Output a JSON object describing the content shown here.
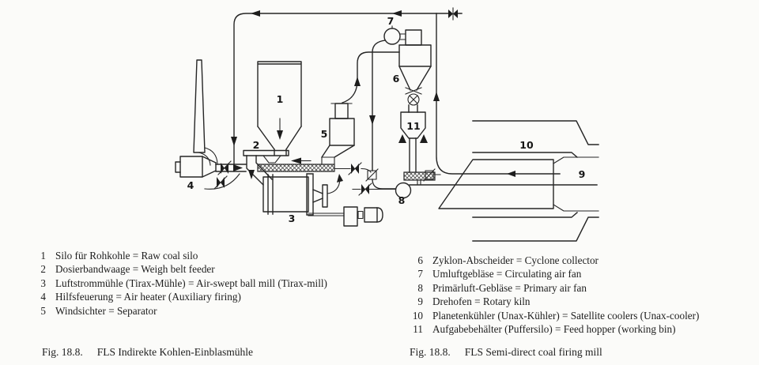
{
  "colors": {
    "ink": "#262626",
    "paper": "#fbfbf9"
  },
  "diagram": {
    "numbers": [
      "1",
      "2",
      "3",
      "4",
      "5",
      "6",
      "7",
      "8",
      "9",
      "10",
      "11"
    ]
  },
  "legend_left": {
    "items": [
      {
        "num": "1",
        "text": "Silo für Rohkohle = Raw coal silo"
      },
      {
        "num": "2",
        "text": "Dosierbandwaage = Weigh belt feeder"
      },
      {
        "num": "3",
        "text": "Luftstrommühle (Tirax-Mühle) = Air-swept ball mill (Tirax-mill)"
      },
      {
        "num": "4",
        "text": "Hilfsfeuerung = Air heater (Auxiliary firing)"
      },
      {
        "num": "5",
        "text": "Windsichter = Separator"
      }
    ]
  },
  "legend_right": {
    "items": [
      {
        "num": "6",
        "text": "Zyklon-Abscheider = Cyclone collector"
      },
      {
        "num": "7",
        "text": "Umluftgebläse = Circulating air fan"
      },
      {
        "num": "8",
        "text": "Primärluft-Gebläse = Primary air fan"
      },
      {
        "num": "9",
        "text": "Drehofen = Rotary kiln"
      },
      {
        "num": "10",
        "text": "Planetenkühler (Unax-Kühler) = Satellite coolers (Unax-cooler)"
      },
      {
        "num": "11",
        "text": "Aufgabebehälter (Puffersilo) = Feed hopper (working bin)"
      }
    ]
  },
  "captions": {
    "left_label": "Fig. 18.8.",
    "left_text": "FLS Indirekte Kohlen-Einblasmühle",
    "right_label": "Fig. 18.8.",
    "right_text": "FLS Semi-direct coal firing mill"
  }
}
